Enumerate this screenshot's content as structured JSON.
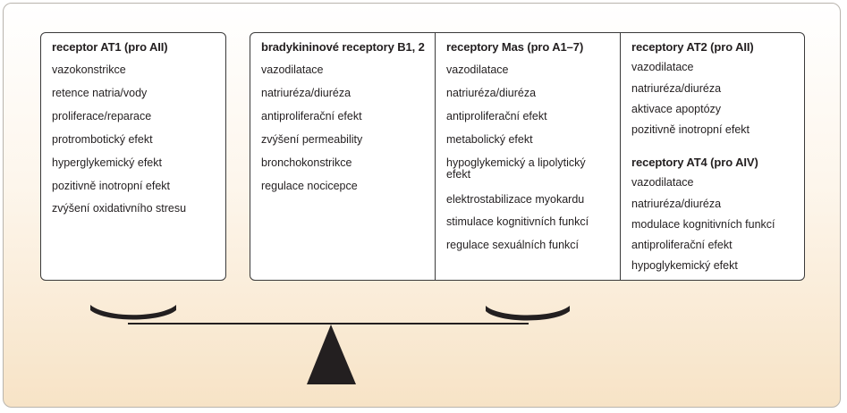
{
  "left": {
    "title": "receptor AT1 (pro AII)",
    "items": [
      "vazokonstrikce",
      "retence natria/vody",
      "proliferace/reparace",
      "protrombotický efekt",
      "hyperglykemický efekt",
      "pozitivně inotropní efekt",
      "zvýšení oxidativního stresu"
    ]
  },
  "bradykinin": {
    "title": "bradykininové receptory B1, 2",
    "items": [
      "vazodilatace",
      "natriuréza/diuréza",
      "antiproliferační efekt",
      "zvýšení permeability",
      "bronchokonstrikce",
      "regulace nocicepce"
    ]
  },
  "mas": {
    "title": "receptory Mas (pro A1–7)",
    "items": [
      "vazodilatace",
      "natriuréza/diuréza",
      "antiproliferační efekt",
      "metabolický efekt",
      "hypoglykemický a lipolytický efekt",
      "elektrostabilizace myokardu",
      "stimulace kognitivních funkcí",
      "regulace sexuálních funkcí"
    ]
  },
  "at2": {
    "title": "receptory AT2 (pro AII)",
    "items": [
      "vazodilatace",
      "natriuréza/diuréza",
      "aktivace apoptózy",
      "pozitivně inotropní efekt"
    ]
  },
  "at4": {
    "title": "receptory AT4 (pro AIV)",
    "items": [
      "vazodilatace",
      "natriuréza/diuréza",
      "modulace kognitivních funkcí",
      "antiproliferační efekt",
      "hypoglykemický efekt"
    ]
  },
  "colors": {
    "background_top": "#ffffff",
    "background_bottom": "#f7e3c6",
    "ink": "#231f20"
  }
}
